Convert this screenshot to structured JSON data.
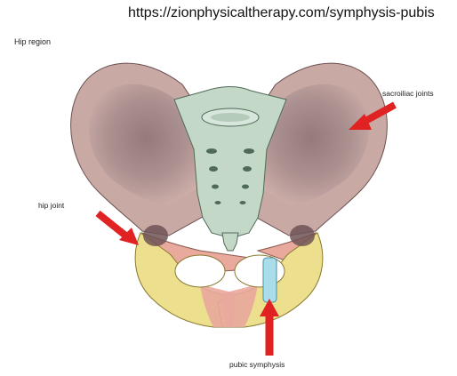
{
  "source_url": "https://zionphysicaltherapy.com/symphysis-pubis",
  "title": "Hip region",
  "labels": {
    "sacroiliac": "sacroiliac joints",
    "hip": "hip joint",
    "pubic": "pubic symphysis"
  },
  "colors": {
    "ilium": "#c9a9a4",
    "ilium_shade": "#8a6f70",
    "sacrum": "#c4d8c8",
    "pubis": "#e9a99c",
    "ischium": "#ece08e",
    "symphysis": "#a9dde9",
    "arrow": "#e02222"
  }
}
